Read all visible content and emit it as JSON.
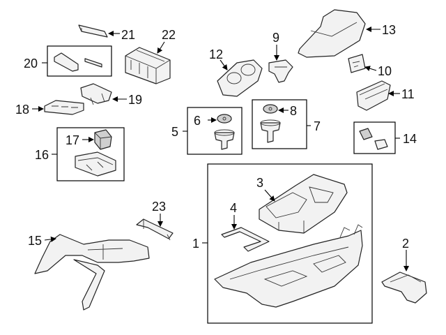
{
  "callouts": {
    "c1": "1",
    "c2": "2",
    "c3": "3",
    "c4": "4",
    "c5": "5",
    "c6": "6",
    "c7": "7",
    "c8": "8",
    "c9": "9",
    "c10": "10",
    "c11": "11",
    "c12": "12",
    "c13": "13",
    "c14": "14",
    "c15": "15",
    "c16": "16",
    "c17": "17",
    "c18": "18",
    "c19": "19",
    "c20": "20",
    "c21": "21",
    "c22": "22",
    "c23": "23"
  },
  "colors": {
    "line": "#000000",
    "part_fill": "#f2f2f2",
    "part_shade": "#cfcfcf",
    "background": "#ffffff"
  }
}
